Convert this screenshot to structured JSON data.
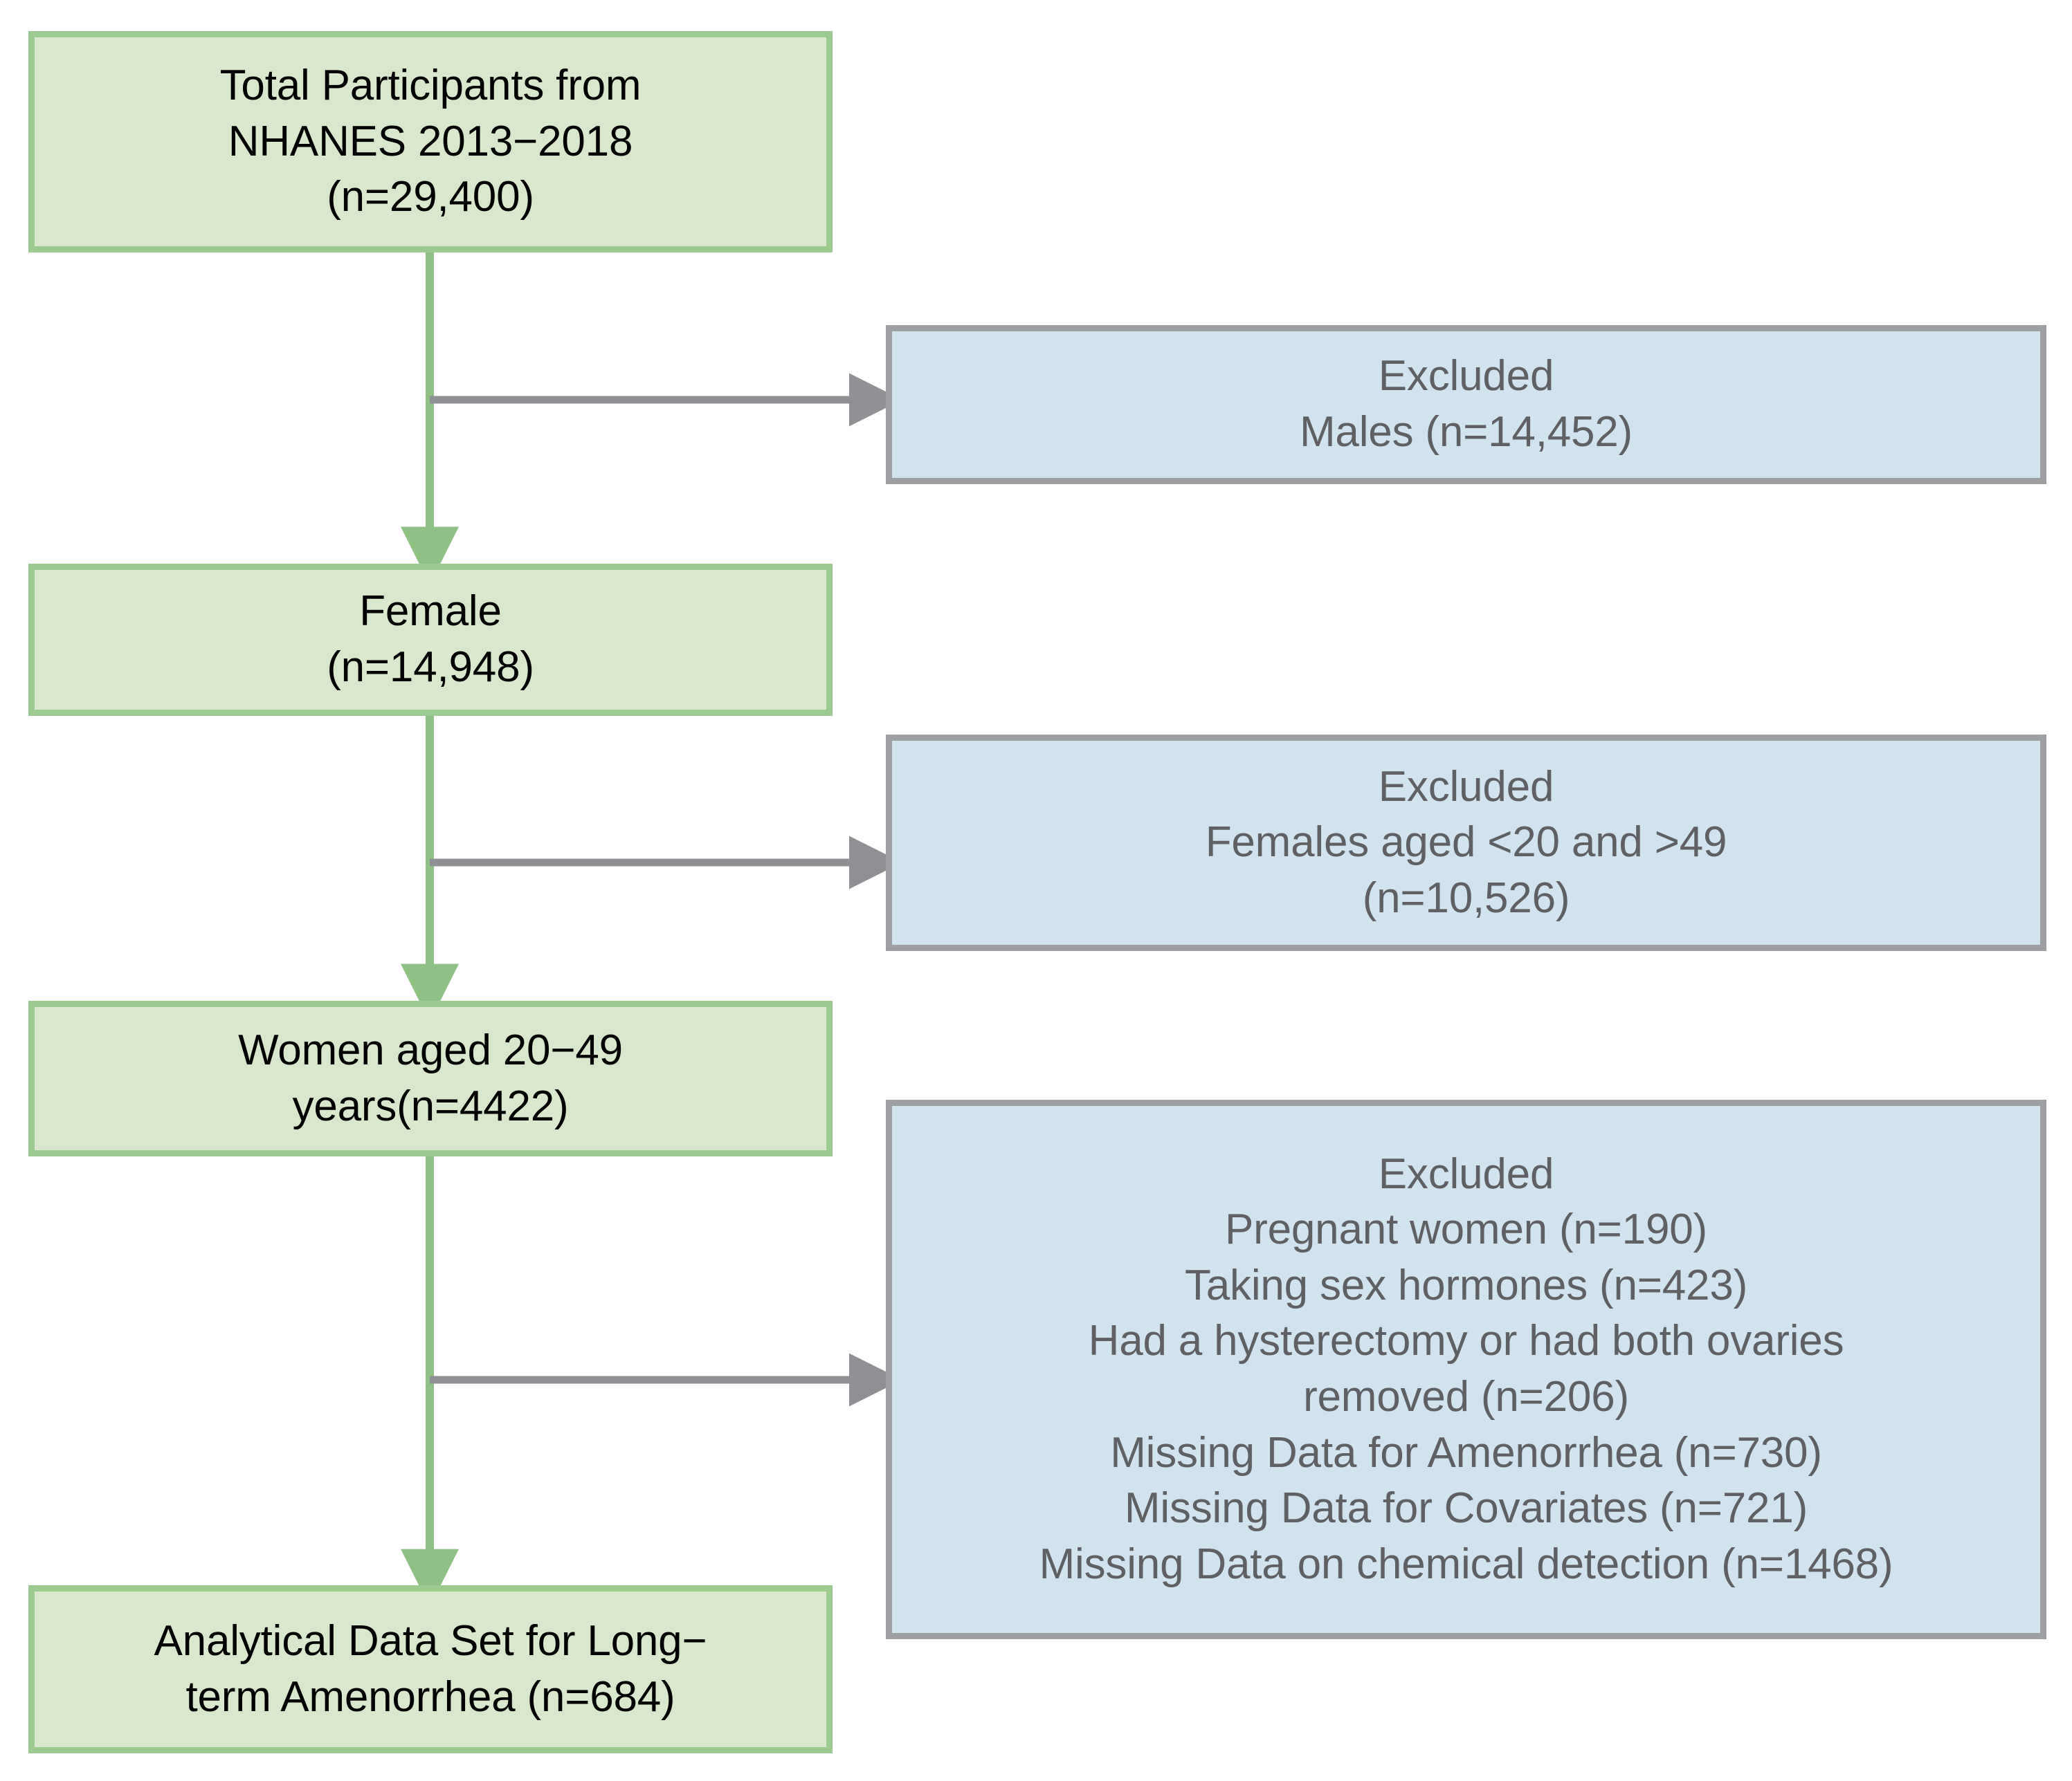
{
  "diagram": {
    "title": "NHANES 2013-2018 participant selection flow diagram",
    "colors": {
      "included_fill": "#d9e8cd",
      "included_border": "#9ccb8f",
      "excluded_fill": "#d2e3f0",
      "excluded_border": "#9d9fa2",
      "included_text": "#000000",
      "excluded_text": "#5e6063",
      "flow_arrow": "#8ec284",
      "exclude_arrow": "#8e9093"
    },
    "nodes": {
      "total_participants": {
        "kind": "included",
        "lines": [
          "Total Participants from",
          "NHANES 2013−2018",
          "(n=29,400)"
        ],
        "count": 29400
      },
      "female": {
        "kind": "included",
        "lines": [
          "Female",
          "(n=14,948)"
        ],
        "count": 14948
      },
      "women_20_49": {
        "kind": "included",
        "lines": [
          "Women aged 20−49",
          "years(n=4422)"
        ],
        "count": 4422
      },
      "analytical_set": {
        "kind": "included",
        "lines": [
          "Analytical Data Set for Long−",
          "term Amenorrhea (n=684)"
        ],
        "count": 684
      },
      "excluded_males": {
        "kind": "excluded",
        "lines": [
          "Excluded",
          "Males (n=14,452)"
        ],
        "count": 14452
      },
      "excluded_age": {
        "kind": "excluded",
        "lines": [
          "Excluded",
          "Females aged <20 and >49",
          "(n=10,526)"
        ],
        "count": 10526
      },
      "excluded_other": {
        "kind": "excluded",
        "lines": [
          "Excluded",
          "Pregnant women (n=190)",
          "Taking sex hormones (n=423)",
          "Had a hysterectomy or had both ovaries",
          "removed (n=206)",
          "Missing Data for Amenorrhea (n=730)",
          "Missing Data for Covariates (n=721)",
          "Missing Data on chemical detection (n=1468)"
        ],
        "counts": {
          "pregnant_women": 190,
          "taking_sex_hormones": 423,
          "hysterectomy_or_ovaries_removed": 206,
          "missing_amenorrhea": 730,
          "missing_covariates": 721,
          "missing_chemical_detection": 1468
        }
      }
    }
  }
}
